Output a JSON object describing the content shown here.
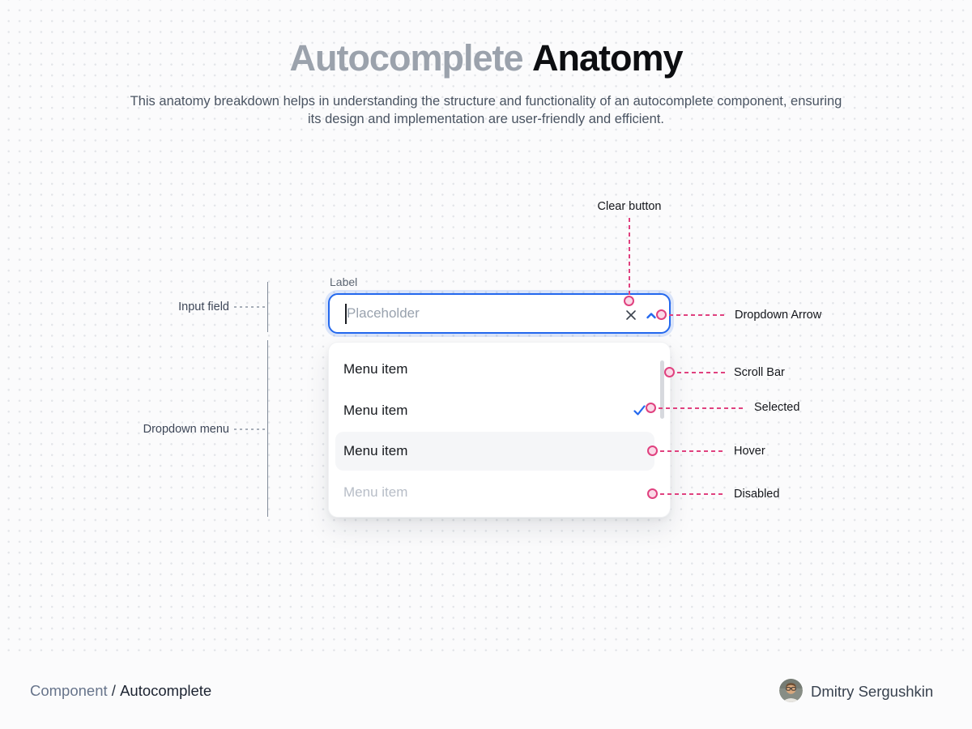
{
  "page": {
    "title_muted": "Autocomplete",
    "title_strong": "Anatomy",
    "subtitle": "This anatomy breakdown helps in understanding the structure and functionality of an autocomplete component, ensuring its design and implementation are user-friendly and efficient."
  },
  "component": {
    "label": "Label",
    "placeholder": "Placeholder",
    "input_value": "",
    "menu_items": [
      {
        "label": "Menu item",
        "state": "default"
      },
      {
        "label": "Menu item",
        "state": "selected"
      },
      {
        "label": "Menu item",
        "state": "hover"
      },
      {
        "label": "Menu item",
        "state": "disabled"
      }
    ]
  },
  "annotations": {
    "clear_button": "Clear button",
    "dropdown_arrow": "Dropdown Arrow",
    "scroll_bar": "Scroll Bar",
    "selected": "Selected",
    "hover": "Hover",
    "disabled": "Disabled",
    "input_field": "Input field",
    "dropdown_menu": "Dropdown menu"
  },
  "icons": {
    "clear": "x-icon",
    "dropdown": "chevron-up-icon",
    "selected": "check-icon"
  },
  "footer": {
    "breadcrumb_section": "Component",
    "breadcrumb_separator": "/",
    "breadcrumb_page": "Autocomplete",
    "author": "Dmitry Sergushkin"
  },
  "colors": {
    "accent_blue": "#2368ee",
    "annotation_pink": "#e0417f",
    "annotation_pink_fill": "#fad9e7",
    "title_muted": "#9ba2ac",
    "title_strong": "#0d0e11",
    "background": "#fbfbfc",
    "hover_row": "#f5f6f8",
    "disabled_text": "#b7bdc7",
    "scrollbar": "#d7d9de"
  }
}
